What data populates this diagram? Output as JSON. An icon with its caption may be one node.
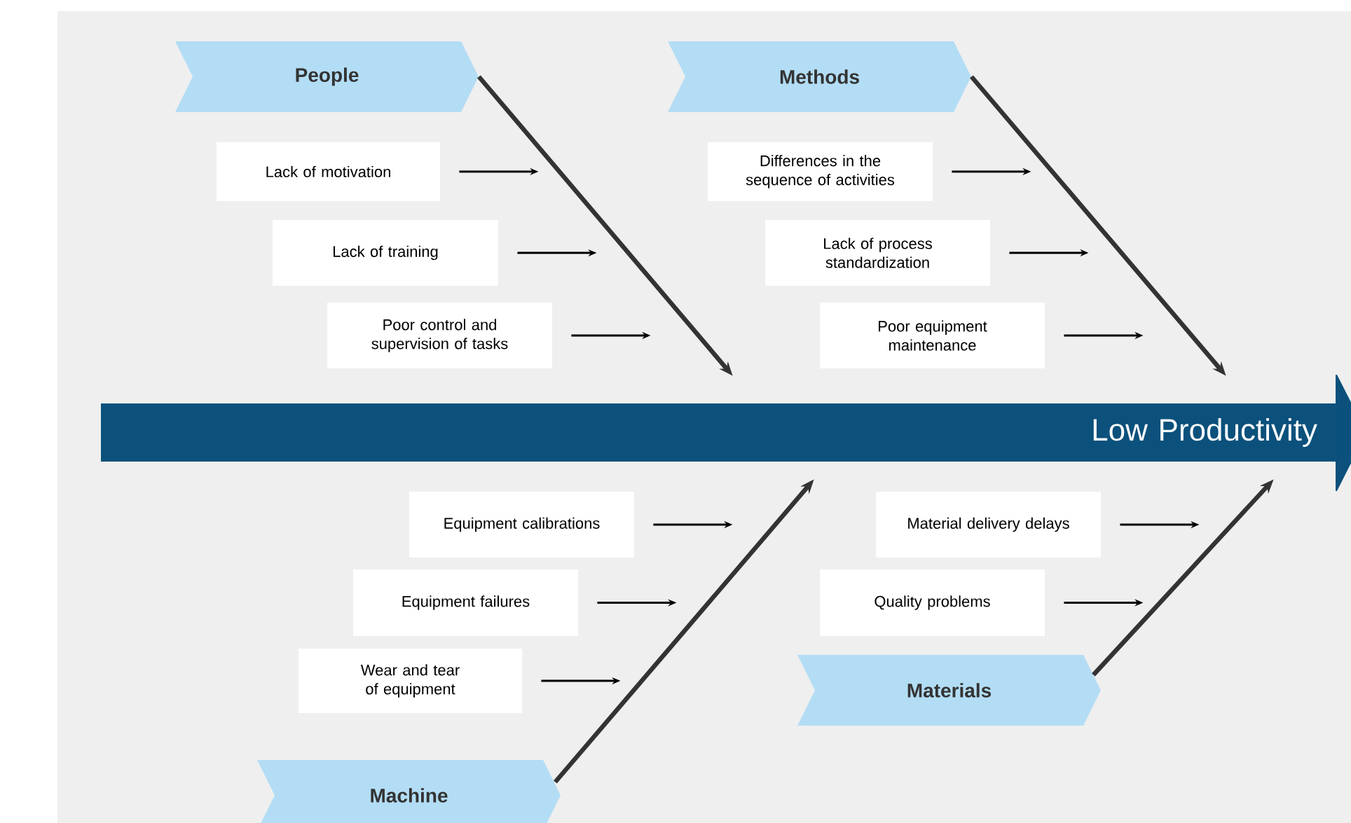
{
  "diagram": {
    "nodes": [
      {
        "text": [
          "People"
        ]
      },
      {
        "text": [
          "Methods"
        ]
      },
      {
        "text": [
          "Lack of motivation"
        ]
      },
      {
        "text": [
          "Lack of training"
        ]
      },
      {
        "text": [
          "Poor control and supervision of tasks"
        ]
      },
      {
        "text": [
          "Differences in the sequence of activities"
        ]
      },
      {
        "text": [
          "Lack of process standardization"
        ]
      },
      {
        "text": [
          "Poor equipment maintenance"
        ]
      },
      {
        "text": [
          "Low Productivity"
        ]
      },
      {
        "text": [
          "Equipment calibrations"
        ]
      },
      {
        "text": [
          "Equipment failures"
        ]
      },
      {
        "text": [
          "Wear and tear of equipment"
        ]
      },
      {
        "text": [
          "Material delivery delays"
        ]
      },
      {
        "text": [
          "Quality problems"
        ]
      },
      {
        "text": [
          "Materials"
        ]
      },
      {
        "text": [
          "Machine"
        ]
      }
    ],
    "edges": [
      {
        "from": 0,
        "to": 8,
        "arrow": "to",
        "style": "thick",
        "color": "#333333"
      },
      {
        "from": 1,
        "to": 8,
        "arrow": "to",
        "style": "thick",
        "color": "#333333"
      },
      {
        "from": 2,
        "to": null,
        "arrow": "to"
      },
      {
        "from": 3,
        "to": null,
        "arrow": "to"
      },
      {
        "from": 4,
        "to": null,
        "arrow": "to"
      },
      {
        "from": 5,
        "to": null,
        "arrow": "to"
      },
      {
        "from": 6,
        "to": null,
        "arrow": "to"
      },
      {
        "from": 7,
        "to": null,
        "arrow": "to"
      },
      {
        "from": 9,
        "to": null,
        "arrow": "to"
      },
      {
        "from": 10,
        "to": null,
        "arrow": "to"
      },
      {
        "from": 11,
        "to": null,
        "arrow": "to"
      },
      {
        "from": 12,
        "to": null,
        "arrow": "to"
      },
      {
        "from": 13,
        "to": null,
        "arrow": "to"
      },
      {
        "from": 15,
        "to": 8,
        "arrow": "to",
        "style": "thick",
        "color": "#333333"
      },
      {
        "from": 14,
        "to": 8,
        "arrow": "to",
        "style": "thick",
        "color": "#333333"
      }
    ]
  }
}
